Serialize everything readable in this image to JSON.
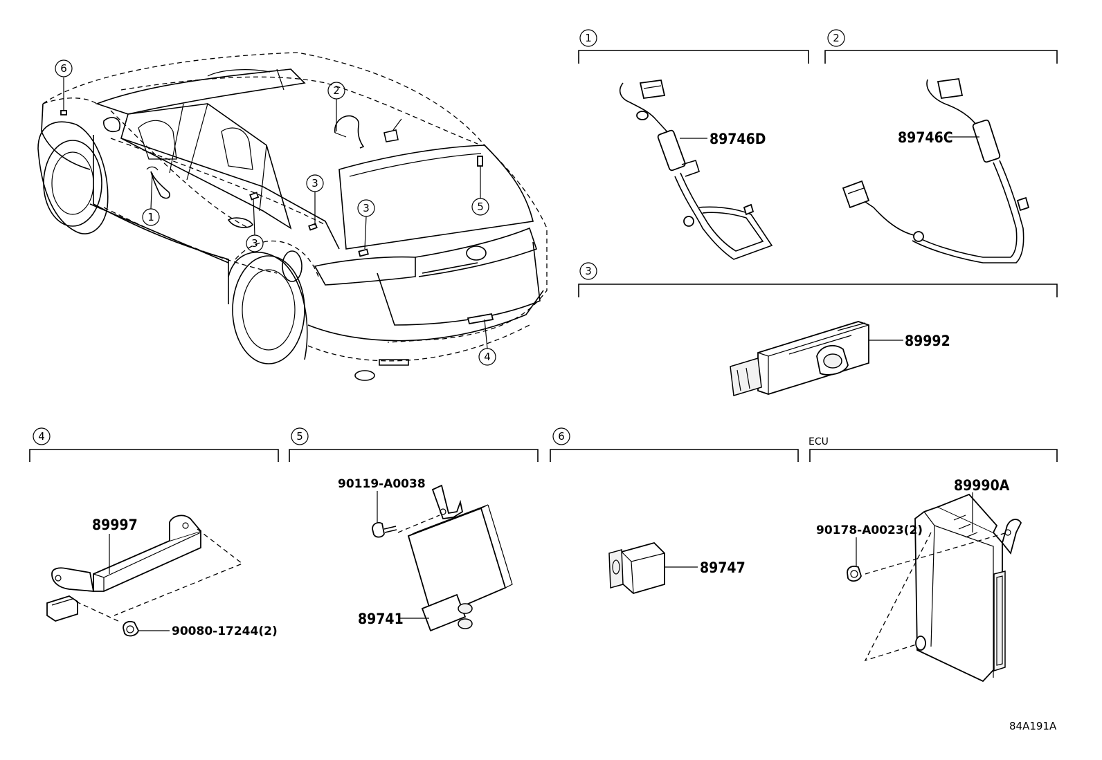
{
  "vehicle_callouts": [
    "6",
    "2",
    "3",
    "1",
    "3",
    "3",
    "5",
    "4"
  ],
  "sections": {
    "s1": {
      "num": "1",
      "parts": [
        "89746D"
      ]
    },
    "s2": {
      "num": "2",
      "parts": [
        "89746C"
      ]
    },
    "s3": {
      "num": "3",
      "parts": [
        "89992"
      ]
    },
    "s4": {
      "num": "4",
      "parts": [
        "89997",
        "90080-17244(2)"
      ]
    },
    "s5": {
      "num": "5",
      "parts": [
        "90119-A0038",
        "89741"
      ]
    },
    "s6": {
      "num": "6",
      "parts": [
        "89747"
      ]
    },
    "ecu": {
      "title": "ECU",
      "parts": [
        "89990A",
        "90178-A0023(2)"
      ]
    }
  },
  "figure_code": "84A191A"
}
